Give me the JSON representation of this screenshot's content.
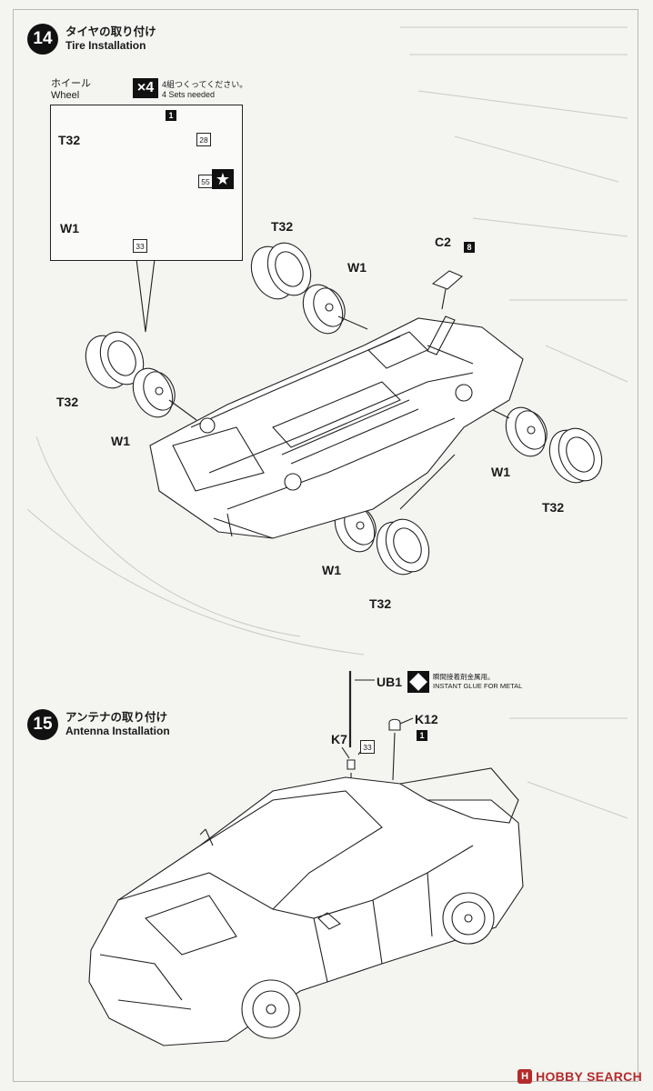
{
  "step14": {
    "number": "14",
    "title_jp": "タイヤの取り付け",
    "title_en": "Tire Installation"
  },
  "wheel_callout": {
    "label_jp": "ホイール",
    "label_en": "Wheel",
    "qty": "×4",
    "qty_note_jp": "4組つくってください。",
    "qty_note_en": "4 Sets needed",
    "badge_1": "1",
    "badge_28": "28",
    "badge_55": "55",
    "badge_33": "33",
    "star": "★",
    "tire_label": "T32",
    "wheel_label": "W1"
  },
  "assembly14": {
    "t32_a": "T32",
    "w1_a": "W1",
    "t32_b": "T32",
    "w1_b": "W1",
    "c2": "C2",
    "badge_8": "8",
    "w1_c": "W1",
    "t32_c": "T32",
    "w1_d": "W1",
    "t32_d": "T32"
  },
  "step15": {
    "number": "15",
    "title_jp": "アンテナの取り付け",
    "title_en": "Antenna Installation"
  },
  "assembly15": {
    "ub1": "UB1",
    "glue_jp": "瞬間接着剤金属用。",
    "glue_en": "INSTANT GLUE FOR METAL",
    "k12": "K12",
    "badge_1": "1",
    "k7": "K7",
    "badge_33": "33"
  },
  "watermark": {
    "logo": "H",
    "text": "HOBBY SEARCH"
  }
}
